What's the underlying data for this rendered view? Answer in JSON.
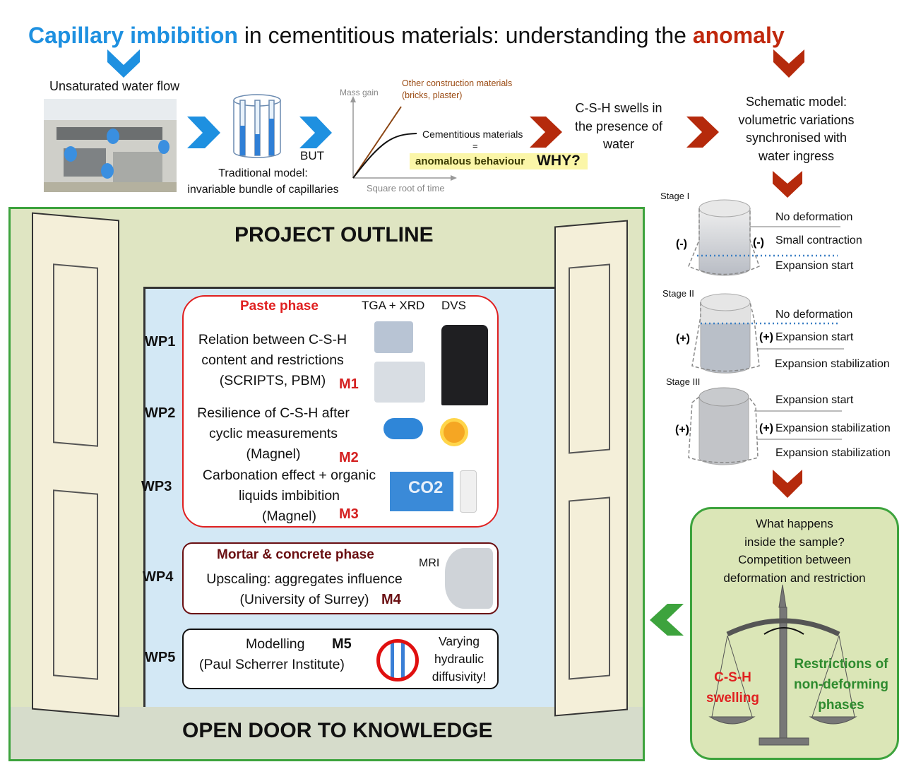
{
  "title": {
    "part1": "Capillary imbibition",
    "part2": " in cementitious materials: understanding the ",
    "part3": "anomaly"
  },
  "top": {
    "unsaturated": "Unsaturated water flow",
    "but": "BUT",
    "traditional": "Traditional model:\ninvariable bundle of capillaries",
    "chart": {
      "ylabel": "Mass gain",
      "xlabel": "Square root of time",
      "other": "Other construction materials\n(bricks, plaster)",
      "cementitious": "Cementitious materials",
      "equals": "=",
      "anomalous": "anomalous behaviour",
      "why": "WHY?"
    },
    "csh": "C-S-H swells in\nthe presence of\nwater",
    "schematic": "Schematic model:\nvolumetric variations\nsynchronised with\nwater ingress"
  },
  "stages": [
    {
      "label": "Stage I",
      "sign_left": "(-)",
      "sign_right": "(-)",
      "lines": [
        "No deformation",
        "Small contraction",
        "Expansion start"
      ]
    },
    {
      "label": "Stage II",
      "sign_left": "(+)",
      "sign_right": "(+)",
      "lines": [
        "No deformation",
        "Expansion start",
        "Expansion stabilization"
      ]
    },
    {
      "label": "Stage III",
      "sign_left": "(+)",
      "sign_right": "(+)",
      "lines": [
        "Expansion start",
        "Expansion stabilization",
        "Expansion stabilization"
      ]
    }
  ],
  "balance": {
    "question": "What happens\ninside the sample?\nCompetition between\ndeformation and restriction",
    "left": "C-S-H\nswelling",
    "right": "Restrictions of\nnon-deforming\nphases"
  },
  "outline": {
    "title": "PROJECT OUTLINE",
    "footer": "OPEN DOOR TO KNOWLEDGE",
    "paste": {
      "title": "Paste phase",
      "tga": "TGA + XRD",
      "dvs": "DVS"
    },
    "wp1": {
      "label": "WP1",
      "text": "Relation between C-S-H\ncontent and restrictions\n(SCRIPTS, PBM)",
      "m": "M1"
    },
    "wp2": {
      "label": "WP2",
      "text": "Resilience of C-S-H after\ncyclic measurements\n(Magnel)",
      "m": "M2"
    },
    "wp3": {
      "label": "WP3",
      "text": "Carbonation effect + organic\nliquids imbibition\n(Magnel)",
      "m": "M3",
      "co2": "CO2"
    },
    "wp4": {
      "label": "WP4",
      "title": "Mortar & concrete phase",
      "text": "Upscaling: aggregates influence\n(University of Surrey)",
      "m": "M4",
      "mri": "MRI"
    },
    "wp5": {
      "label": "WP5",
      "text": "Modelling",
      "org": "(Paul Scherrer Institute)",
      "m": "M5",
      "note": "Varying\nhydraulic\ndiffusivity!"
    }
  },
  "colors": {
    "blue": "#1e90e0",
    "red": "#c0280d",
    "green": "#3da33d",
    "paste_border": "#e02020",
    "mortar_border": "#6a0f12"
  }
}
